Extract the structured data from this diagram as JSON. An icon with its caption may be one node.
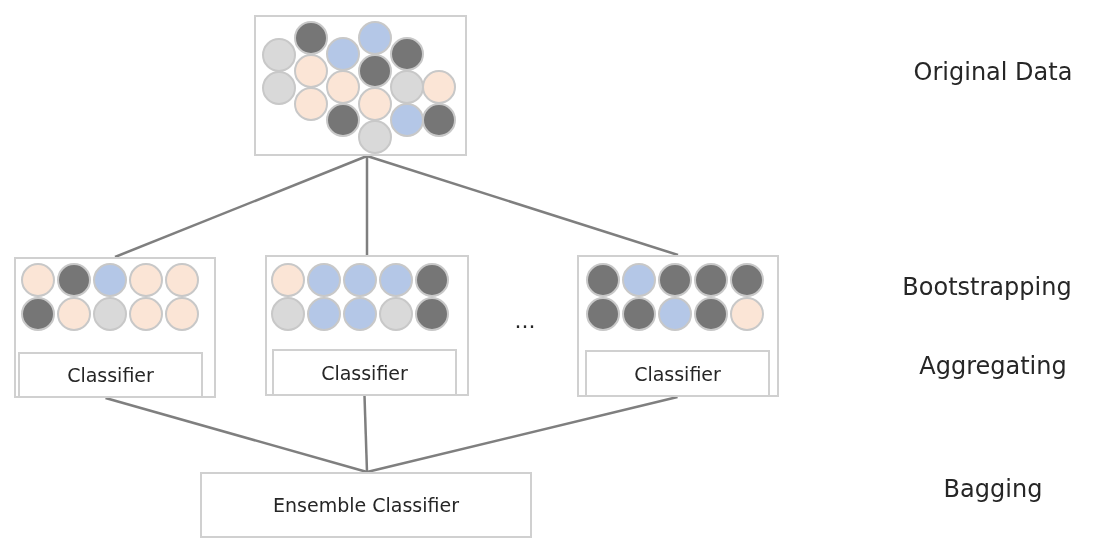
{
  "diagram": {
    "nodes": [
      {
        "text": [],
        "shape": "box"
      },
      {
        "text": [],
        "shape": "box"
      },
      {
        "text": [],
        "shape": "box"
      },
      {
        "text": [],
        "shape": "box"
      },
      {
        "text": [
          "Classifier"
        ],
        "in": 1
      },
      {
        "text": [
          "Classifier"
        ],
        "in": 2
      },
      {
        "text": [
          "Classifier"
        ],
        "in": 3
      },
      {
        "text": [
          "Ensemble Classifier"
        ]
      }
    ],
    "edges": [
      {
        "from": 0,
        "to": 1,
        "arrow": "none"
      },
      {
        "from": 0,
        "to": 2,
        "arrow": "none"
      },
      {
        "from": 0,
        "to": 3,
        "arrow": "none"
      },
      {
        "from": 4,
        "to": 7,
        "arrow": "none"
      },
      {
        "from": 5,
        "to": 7,
        "arrow": "none"
      },
      {
        "from": 6,
        "to": 7,
        "arrow": "none"
      }
    ],
    "labels": [
      "Original Data",
      "Bootstrapping",
      "...",
      "Aggregating",
      "Bagging"
    ]
  }
}
